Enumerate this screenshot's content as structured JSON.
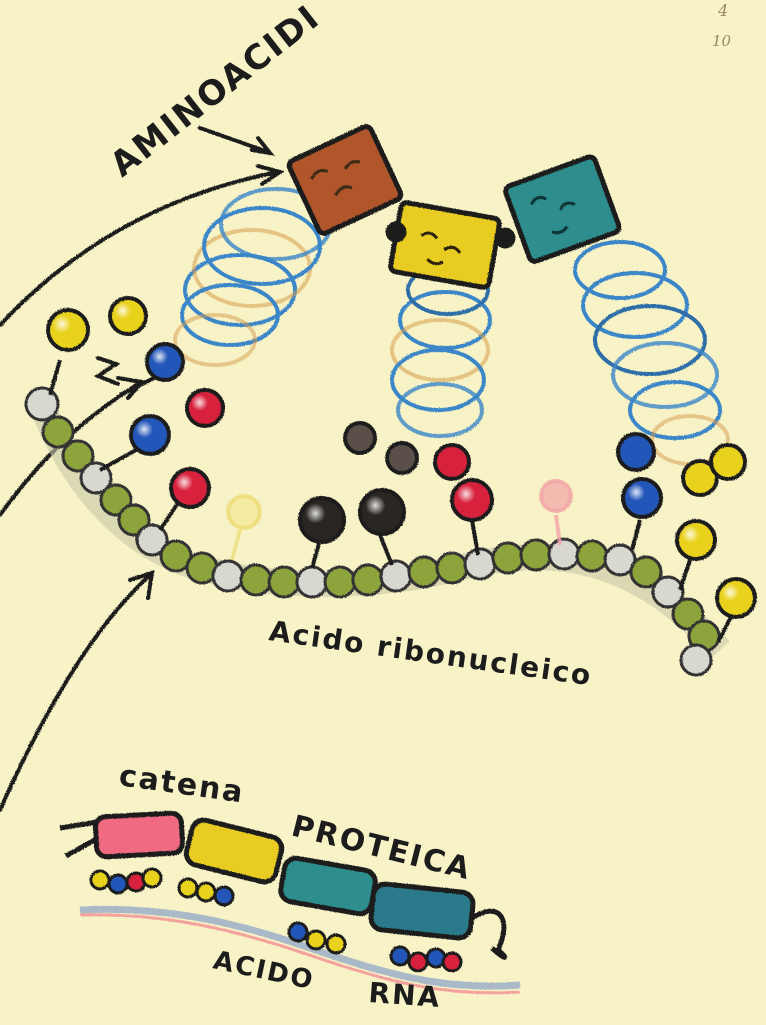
{
  "labels": {
    "amino_acids": "AMINOACIDI",
    "ribonucleic_acid": "Acido ribonucleico",
    "protein_chain_line1": "catena",
    "protein_chain_line2": "PROTEICA",
    "rna_acid_word": "ACIDO",
    "rna_word": "RNA",
    "pencil_note_top": "4",
    "pencil_note_bottom": "10"
  },
  "colors": {
    "paper": "#f8f3c6",
    "ink": "#1c1c1c",
    "backbone_green": "#8da33a",
    "backbone_grey": "#d8d8d0",
    "base_yellow": "#e9d21e",
    "base_blue": "#2356b8",
    "base_red": "#d8243c",
    "base_black": "#2a2622",
    "base_pink": "#f2a4a8",
    "trna_blue": "#3a86c8",
    "trna_orange": "#d59a4a",
    "amino_brown": "#b0562a",
    "amino_yellow": "#e8cc22",
    "amino_teal": "#2e8e8e",
    "chain_pink": "#f06a82"
  },
  "icons": [
    "amino-acid-block-icon",
    "nucleotide-ball-icon",
    "trna-coil-icon",
    "pointer-arrow-icon"
  ]
}
